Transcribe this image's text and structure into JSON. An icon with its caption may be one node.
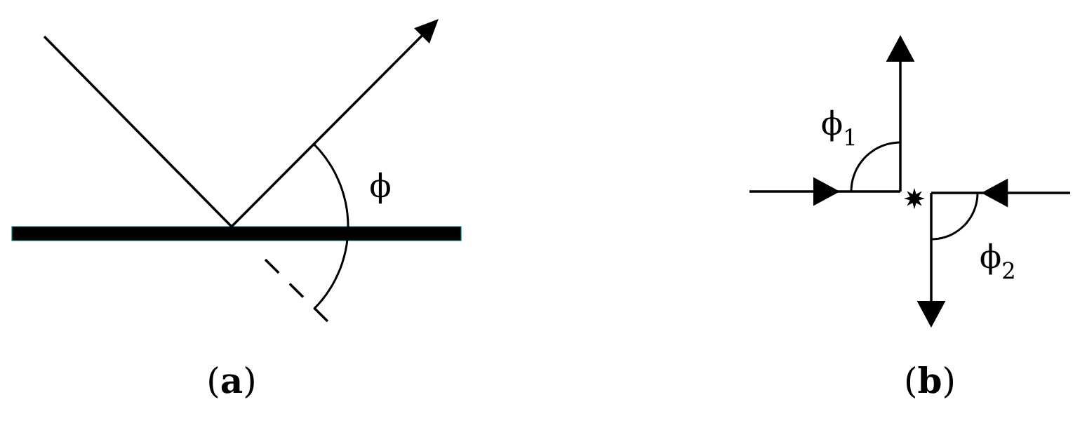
{
  "diagram": {
    "labels": [
      "ϕ",
      "(**a**)",
      "ϕ$_{1}$",
      "ϕ$_{2}$",
      "(**b**)"
    ]
  }
}
